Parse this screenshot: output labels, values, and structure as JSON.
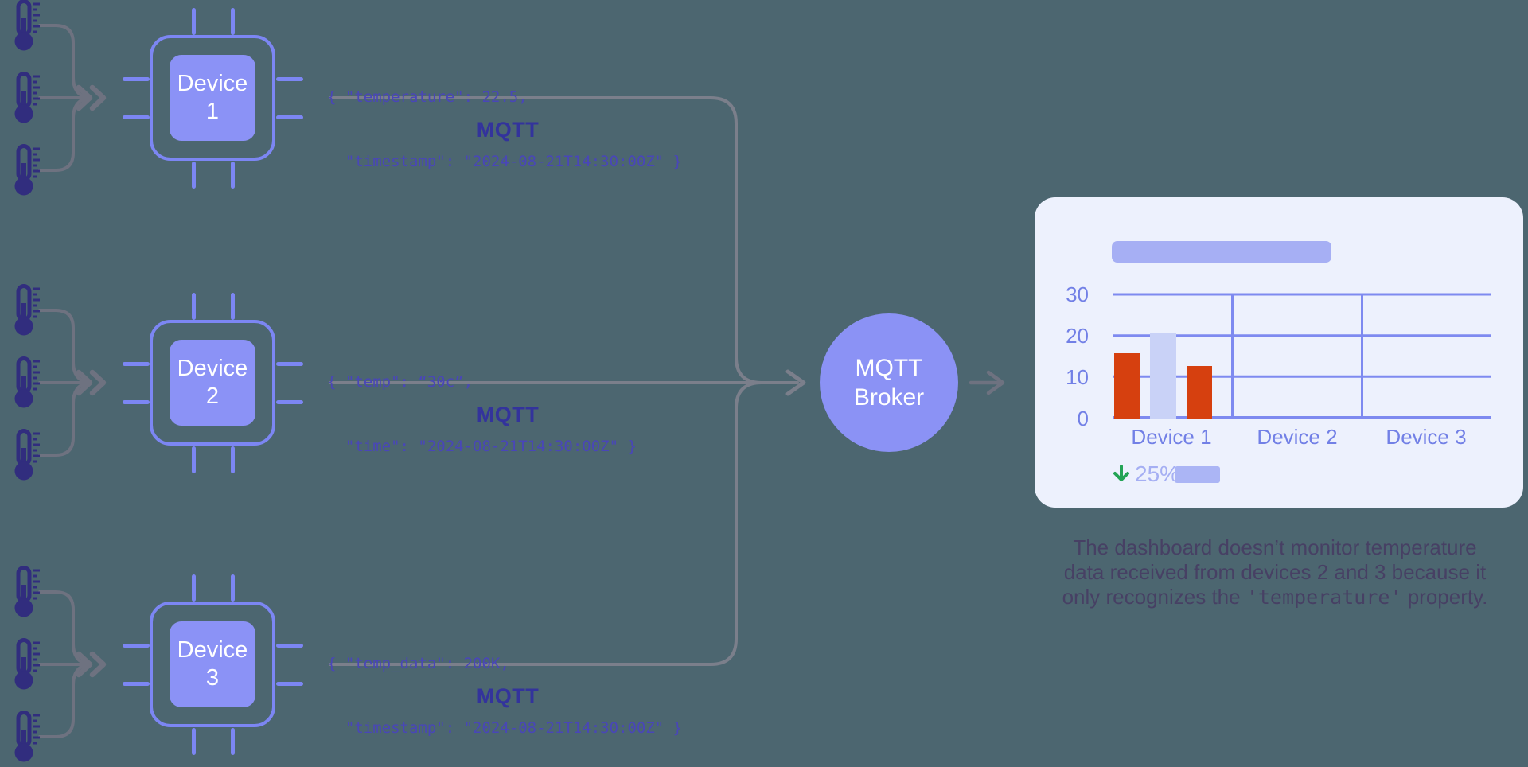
{
  "diagram": {
    "background": "#4C6670",
    "sensor_groups": [
      {
        "device": "Device 1",
        "thermometer_count": 3
      },
      {
        "device": "Device 2",
        "thermometer_count": 3
      },
      {
        "device": "Device 3",
        "thermometer_count": 3
      }
    ],
    "devices": [
      {
        "name_line1": "Device",
        "name_line2": "1",
        "payload_line1": "{ \"temperature\": 22.5,",
        "payload_line2": "  \"timestamp\": \"2024-08-21T14:30:00Z\" }",
        "protocol_label": "MQTT"
      },
      {
        "name_line1": "Device",
        "name_line2": "2",
        "payload_line1": "{ \"temp\": “30c”,",
        "payload_line2": "  \"time\": \"2024-08-21T14:30:00Z\" }",
        "protocol_label": "MQTT"
      },
      {
        "name_line1": "Device",
        "name_line2": "3",
        "payload_line1": "{ \"temp_data\": 200K,",
        "payload_line2": "  \"timestamp\": \"2024-08-21T14:30:00Z\" }",
        "protocol_label": "MQTT"
      }
    ],
    "broker": {
      "label_line1": "MQTT",
      "label_line2": "Broker",
      "fill": "#8B92F5"
    },
    "dashboard": {
      "card_fill": "#EDF1FD",
      "chart_data": {
        "type": "bar",
        "categories": [
          "Device 1",
          "Device 2",
          "Device 3"
        ],
        "yticks": [
          "0",
          "10",
          "20",
          "30"
        ],
        "ylim": [
          0,
          30
        ],
        "grid": true,
        "bars": [
          {
            "category": "Device 1",
            "value": 16,
            "color": "#D6400F"
          },
          {
            "category": "Device 1",
            "value": 21,
            "color": "#C9D2F7"
          },
          {
            "category": "Device 1",
            "value": 13,
            "color": "#D6400F"
          }
        ]
      },
      "trend": {
        "direction": "down",
        "percent": "25%",
        "arrow_color": "#23A455"
      }
    },
    "caption": {
      "line1": "The dashboard doesn’t monitor temperature",
      "line2": "data received from devices 2 and 3 because it",
      "line3_prefix": "only recognizes the ",
      "line3_code": "'temperature'",
      "line3_suffix": " property."
    },
    "colors": {
      "chip_border": "#7C86F3",
      "chip_fill": "#8B92F6",
      "code_text": "#4946B8",
      "mqtt_label": "#33339C",
      "grid_line": "#7E8AF0",
      "axis_text": "#7280E6",
      "connector_gray": "#71757F",
      "publish_line_gray": "#7B7F8B",
      "thermometer": "#312D7E"
    }
  }
}
